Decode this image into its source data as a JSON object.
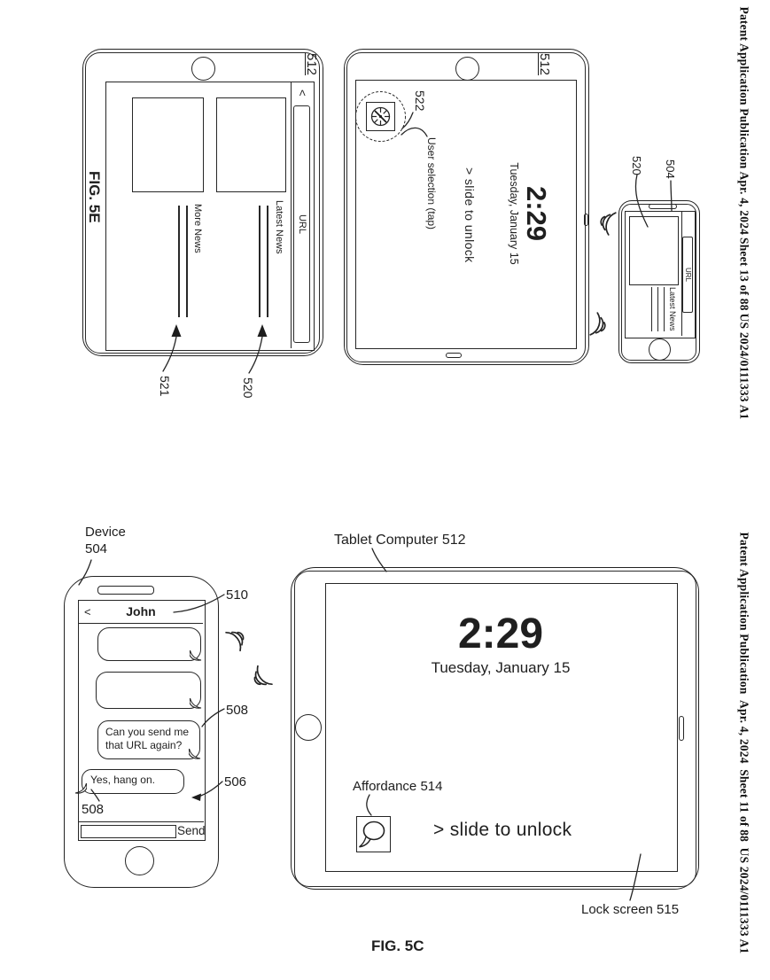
{
  "colors": {
    "ink": "#1f1f1f",
    "bg": "#ffffff"
  },
  "header_top": {
    "publication": "Patent Application Publication",
    "date": "Apr. 4, 2024",
    "sheet": "Sheet 13 of 88",
    "number": "US 2024/0111333 A1"
  },
  "header_bottom": {
    "publication": "Patent Application Publication",
    "date": "Apr. 4, 2024",
    "sheet": "Sheet 11 of 88",
    "number": "US 2024/0111333 A1"
  },
  "fig5e": {
    "caption": "FIG. 5E",
    "tablet_news": {
      "ref": "512",
      "back_glyph": "<",
      "url_label": "URL",
      "articles": [
        {
          "title": "Latest News",
          "ref": "520"
        },
        {
          "title": "More News",
          "ref": "521"
        }
      ]
    },
    "tablet_lock": {
      "ref": "512",
      "time": "2:29",
      "date": "Tuesday, January 15",
      "slide_text": "> slide to unlock",
      "tap_note": "User selection (tap)",
      "icon_ref": "522"
    },
    "phone": {
      "ref": "504",
      "screen_ref": "520",
      "url_label": "URL",
      "article_title": "Latest News"
    }
  },
  "fig5c": {
    "caption": "FIG. 5C",
    "phone": {
      "device_label": "Device",
      "device_ref": "504",
      "titlebar_ref": "510",
      "back_glyph": "<",
      "contact": "John",
      "messages": [
        {
          "text": ""
        },
        {
          "text": ""
        },
        {
          "text": "Can you send me\nthat URL again?",
          "ref": "508"
        },
        {
          "text": "Yes, hang on.",
          "ref": "508"
        }
      ],
      "conversation_ref": "506",
      "send_label": "Send"
    },
    "tablet": {
      "label": "Tablet Computer 512",
      "time": "2:29",
      "date": "Tuesday, January 15",
      "affordance_label": "Affordance 514",
      "slide_text": "> slide to unlock",
      "lock_label": "Lock screen 515"
    }
  }
}
